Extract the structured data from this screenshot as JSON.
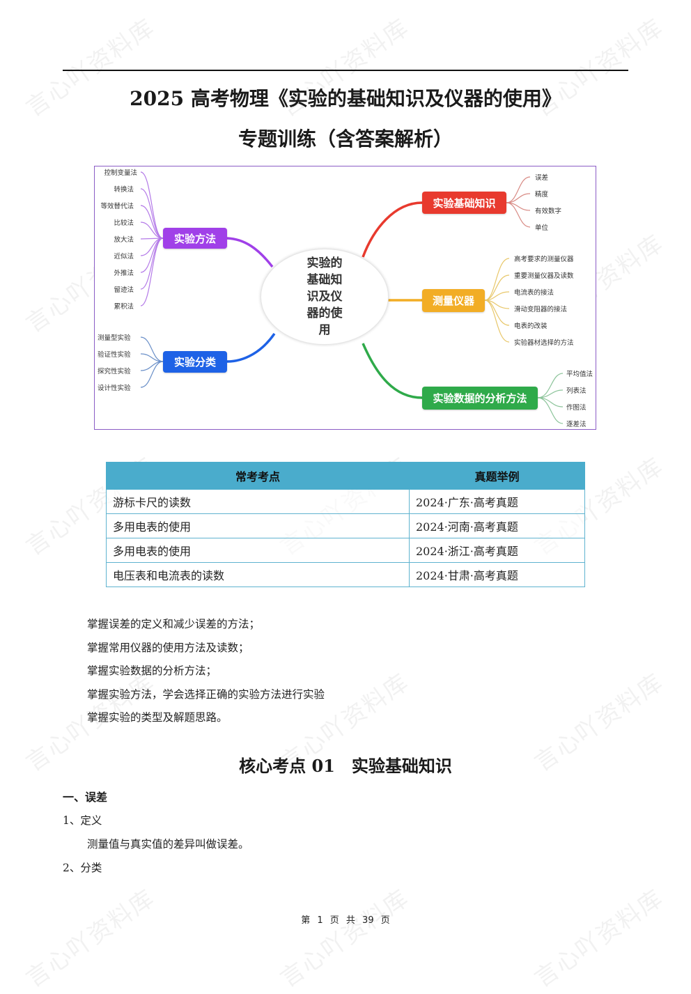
{
  "watermark": "言心吖资料库",
  "header": {
    "title_line1": "2025 高考物理《实验的基础知识及仪器的使用》",
    "title_line2": "专题训练（含答案解析）"
  },
  "mindmap": {
    "center": "实验的基础知识及仪器的使用",
    "branches": [
      {
        "label": "实验方法",
        "color": "#a040e8",
        "leaves": [
          "控制变量法",
          "转换法",
          "等效替代法",
          "比较法",
          "放大法",
          "近似法",
          "外推法",
          "留迹法",
          "累积法"
        ]
      },
      {
        "label": "实验分类",
        "color": "#1e62e6",
        "leaves": [
          "测量型实验",
          "验证性实验",
          "探究性实验",
          "设计性实验"
        ]
      },
      {
        "label": "实验基础知识",
        "color": "#e83a2e",
        "leaves": [
          "误差",
          "精度",
          "有效数字",
          "单位"
        ]
      },
      {
        "label": "测量仪器",
        "color": "#f2ad25",
        "leaves": [
          "高考要求的测量仪器",
          "重要测量仪器及读数",
          "电流表的接法",
          "滑动变阻器的接法",
          "电表的改装",
          "实验器材选择的方法"
        ]
      },
      {
        "label": "实验数据的分析方法",
        "color": "#2faa4a",
        "leaves": [
          "平均值法",
          "列表法",
          "作图法",
          "逐差法"
        ]
      }
    ]
  },
  "exam_table": {
    "headers": [
      "常考考点",
      "真题举例"
    ],
    "header_color": "#4aaccc",
    "rows": [
      [
        "游标卡尺的读数",
        "2024·广东·高考真题"
      ],
      [
        "多用电表的使用",
        "2024·河南·高考真题"
      ],
      [
        "多用电表的使用",
        "2024·浙江·高考真题"
      ],
      [
        "电压表和电流表的读数",
        "2024·甘肃·高考真题"
      ]
    ]
  },
  "goals": [
    "掌握误差的定义和减少误差的方法；",
    "掌握常用仪器的使用方法及读数；",
    "掌握实验数据的分析方法；",
    "掌握实验方法，学会选择正确的实验方法进行实验",
    "掌握实验的类型及解题思路。"
  ],
  "section": {
    "title": "核心考点 01　实验基础知识",
    "heading1": "一、误差",
    "sub1": "1、定义",
    "definition": "测量值与真实值的差异叫做误差。",
    "sub2": "2、分类"
  },
  "footer": {
    "text": "第 1 页 共 39 页"
  }
}
